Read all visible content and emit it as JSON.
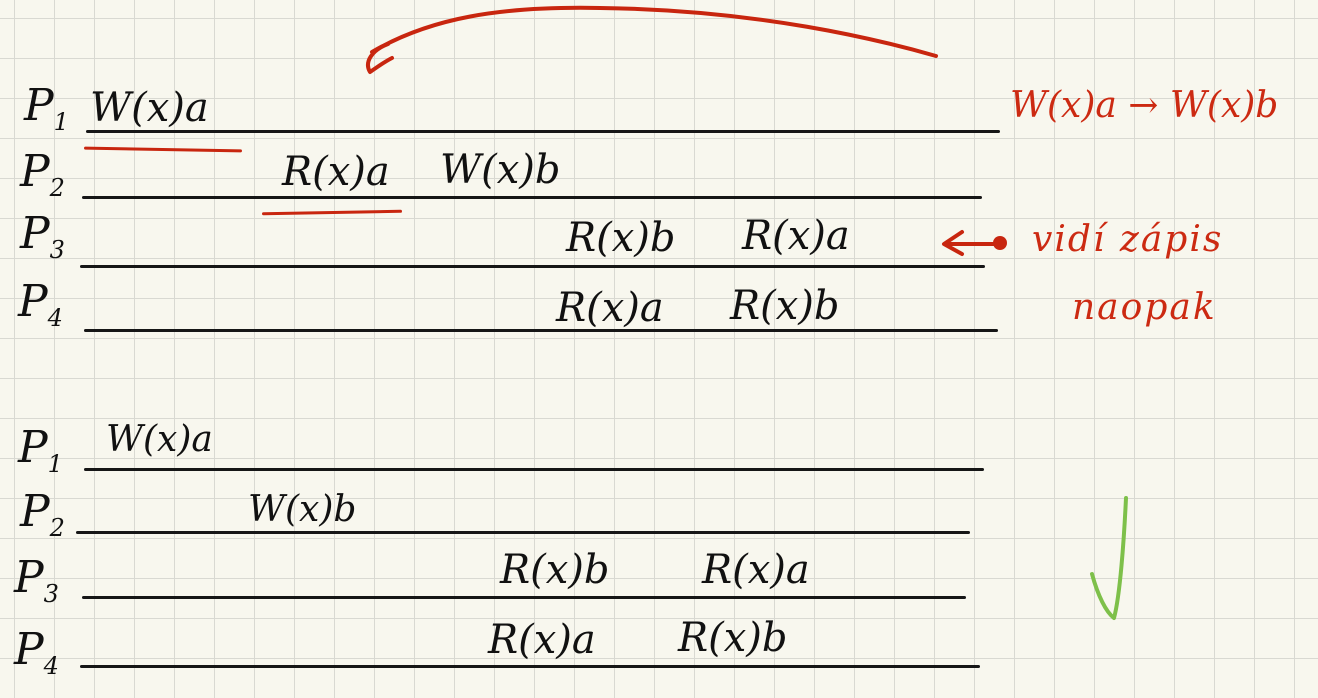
{
  "diagram1": {
    "processes": [
      {
        "label": "P",
        "index": "1"
      },
      {
        "label": "P",
        "index": "2"
      },
      {
        "label": "P",
        "index": "3"
      },
      {
        "label": "P",
        "index": "4"
      }
    ],
    "ops": {
      "p1_w": "W(x)a",
      "p2_r": "R(x)a",
      "p2_w": "W(x)b",
      "p3_r1": "R(x)b",
      "p3_r2": "R(x)a",
      "p4_r1": "R(x)a",
      "p4_r2": "R(x)b"
    },
    "note_order": "W(x)a → W(x)b",
    "note_comment_line1": "vidí zápis",
    "note_comment_line2": "naopak"
  },
  "diagram2": {
    "processes": [
      {
        "label": "P",
        "index": "1"
      },
      {
        "label": "P",
        "index": "2"
      },
      {
        "label": "P",
        "index": "3"
      },
      {
        "label": "P",
        "index": "4"
      }
    ],
    "ops": {
      "p1_w": "W(x)a",
      "p2_w": "W(x)b",
      "p3_r1": "R(x)b",
      "p3_r2": "R(x)a",
      "p4_r1": "R(x)a",
      "p4_r2": "R(x)b"
    }
  },
  "colors": {
    "background": "#f8f7ee",
    "grid": "#d9d9d2",
    "ink": "#111111",
    "annotation_red": "#cc2a12",
    "check_green": "#7ec04a"
  },
  "icons": [
    "arrow-left-curved-icon",
    "arrow-left-dot-icon",
    "checkmark-icon"
  ]
}
